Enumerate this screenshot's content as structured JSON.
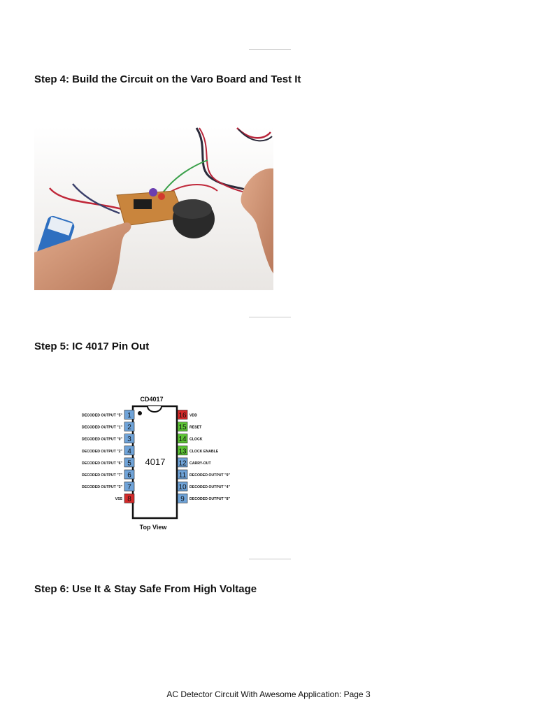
{
  "steps": [
    {
      "title": "Step 4: Build the Circuit on the Varo Board and Test It"
    },
    {
      "title": "Step 5: IC 4017 Pin Out"
    },
    {
      "title": "Step 6: Use It & Stay Safe From High Voltage"
    }
  ],
  "pinout": {
    "chip_name": "CD4017",
    "body_label": "4017",
    "view_label": "Top View",
    "left_pins": [
      {
        "num": "1",
        "label": "DECODED OUTPUT \"5\"",
        "color": "#6fa3d8"
      },
      {
        "num": "2",
        "label": "DECODED OUTPUT \"1\"",
        "color": "#6fa3d8"
      },
      {
        "num": "3",
        "label": "DECODED OUTPUT \"0\"",
        "color": "#6fa3d8"
      },
      {
        "num": "4",
        "label": "DECODED OUTPUT \"2\"",
        "color": "#6fa3d8"
      },
      {
        "num": "5",
        "label": "DECODED OUTPUT \"6\"",
        "color": "#6fa3d8"
      },
      {
        "num": "6",
        "label": "DECODED OUTPUT \"7\"",
        "color": "#6fa3d8"
      },
      {
        "num": "7",
        "label": "DECODED OUTPUT \"3\"",
        "color": "#6fa3d8"
      },
      {
        "num": "8",
        "label": "VSS",
        "color": "#d42a2a"
      }
    ],
    "right_pins": [
      {
        "num": "16",
        "label": "VDD",
        "color": "#d42a2a"
      },
      {
        "num": "15",
        "label": "RESET",
        "color": "#5cc334"
      },
      {
        "num": "14",
        "label": "CLOCK",
        "color": "#5cc334"
      },
      {
        "num": "13",
        "label": "CLOCK ENABLE",
        "color": "#5cc334"
      },
      {
        "num": "12",
        "label": "CARRY-OUT",
        "color": "#6fa3d8"
      },
      {
        "num": "11",
        "label": "DECODED OUTPUT \"9\"",
        "color": "#6fa3d8"
      },
      {
        "num": "10",
        "label": "DECODED OUTPUT \"4\"",
        "color": "#6fa3d8"
      },
      {
        "num": "9",
        "label": "DECODED OUTPUT \"8\"",
        "color": "#6fa3d8"
      }
    ]
  },
  "footer": "AC Detector Circuit With Awesome Application: Page 3"
}
